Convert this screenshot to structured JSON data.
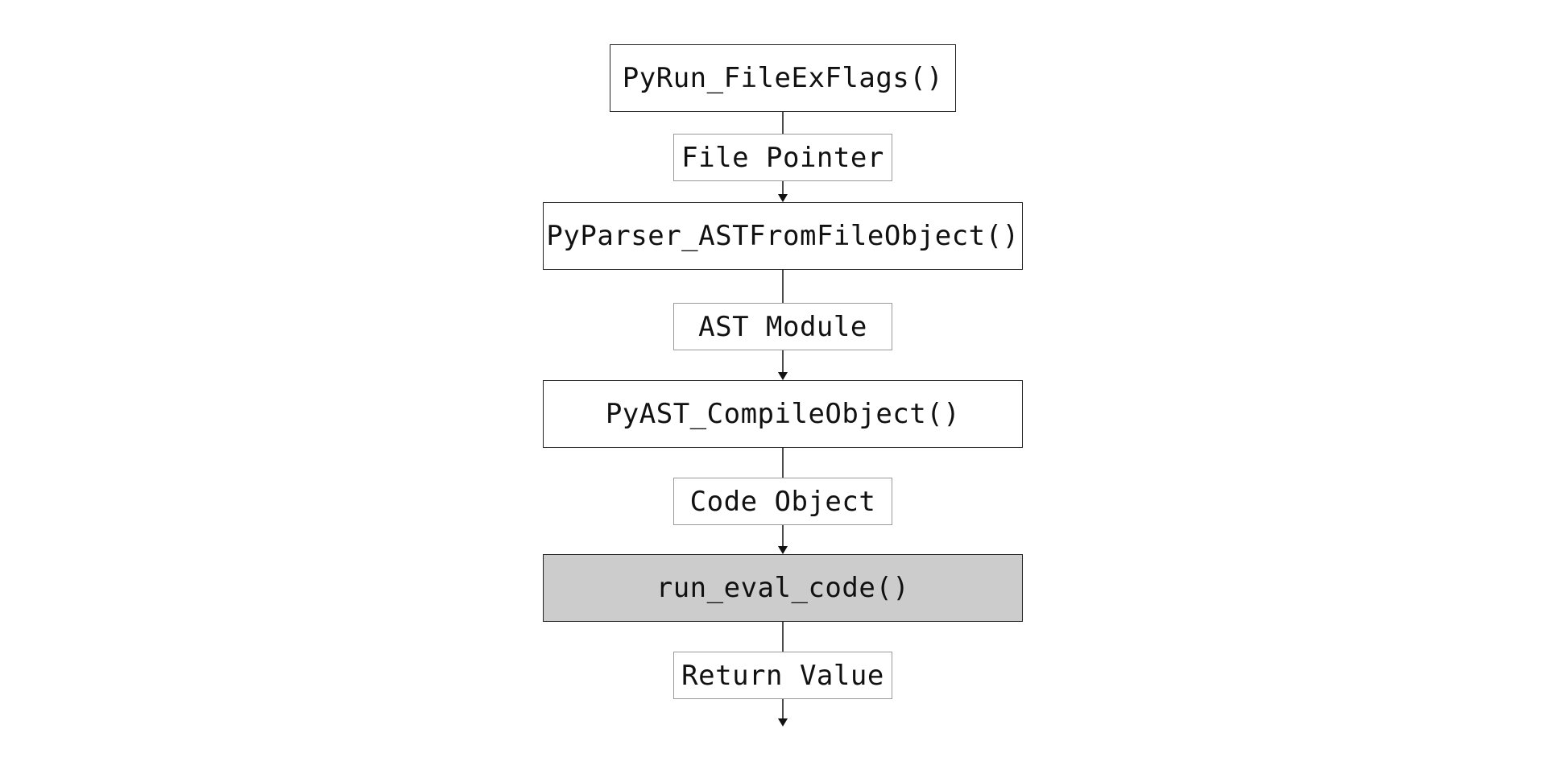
{
  "diagram": {
    "functions": [
      {
        "label": "PyRun_FileExFlags()"
      },
      {
        "label": "PyParser_ASTFromFileObject()"
      },
      {
        "label": "PyAST_CompileObject()"
      },
      {
        "label": "run_eval_code()"
      }
    ],
    "data_items": [
      {
        "label": "File Pointer"
      },
      {
        "label": "AST Module"
      },
      {
        "label": "Code Object"
      },
      {
        "label": "Return Value"
      }
    ],
    "colors": {
      "line": "#111111",
      "function_border": "#222222",
      "data_border": "#9a9a9a",
      "highlight_fill": "#cccccc"
    }
  }
}
